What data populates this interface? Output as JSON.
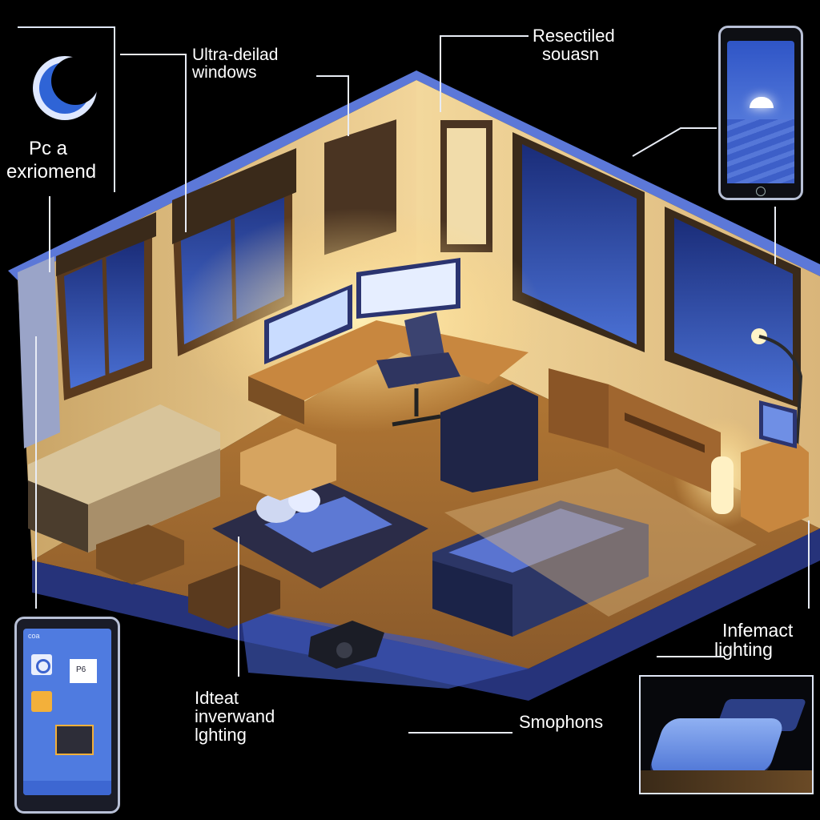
{
  "callouts": {
    "windows": [
      "Ultra-deilad",
      "windows"
    ],
    "resected": [
      "Resectiled",
      "souasn"
    ],
    "environment": [
      "Pc a",
      "exriomend"
    ],
    "lighting_right": [
      "Infemact",
      "lighting"
    ],
    "lighting_bottom": [
      "Idteat",
      "inverwand",
      "lghting"
    ],
    "smartphones": "Smophons"
  },
  "phone_screen": {
    "header": "coa",
    "tile_text": "P6"
  },
  "colors": {
    "background": "#000000",
    "night_blue": "#2f4fb8",
    "warm_wall": "#e8c989",
    "floor_wood": "#c98a3f",
    "lamp_glow": "#ffe39a",
    "sofa": "#3b4370"
  }
}
